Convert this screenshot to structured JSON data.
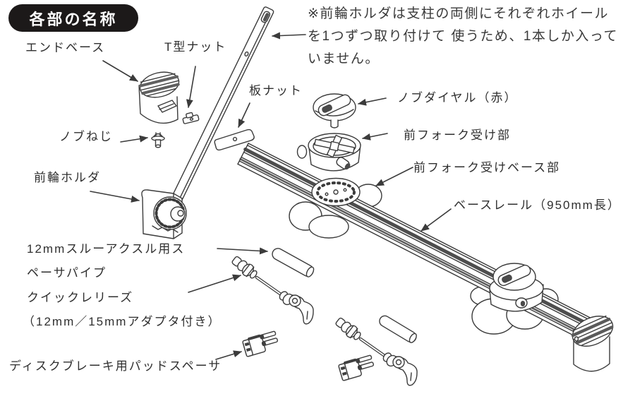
{
  "colors": {
    "line": "#3b3b3b",
    "text": "#2f2f2f",
    "badge_bg": "#1c1919",
    "badge_fg": "#ffffff",
    "shade_dark": "#4a4a4a",
    "background": "#ffffff"
  },
  "title_badge": {
    "text": "各部の名称"
  },
  "note": {
    "lines": [
      "※前輪ホルダは支柱の両側にそれぞれホイール",
      "を1つずつ取り付けて 使うため、1本しか入って",
      "いません。"
    ]
  },
  "labels": {
    "end_base": "エンドベース",
    "t_nut": "T型ナット",
    "plate_nut": "板ナット",
    "knob_screw": "ノブねじ",
    "front_wheel_holder": "前輪ホルダ",
    "knob_dial": "ノブダイヤル（赤）",
    "fork_receiver": "前フォーク受け部",
    "fork_receiver_base": "前フォーク受けベース部",
    "base_rail": "ベースレール（950mm長）",
    "spacer_pipe_line1": "12mmスルーアクスル用ス",
    "spacer_pipe_line2": "ペーサパイプ",
    "quick_release_line1": "クイックレリーズ",
    "quick_release_line2": "（12mm／15mmアダプタ付き）",
    "pad_spacer": "ディスクブレーキ用パッドスペーサ"
  }
}
